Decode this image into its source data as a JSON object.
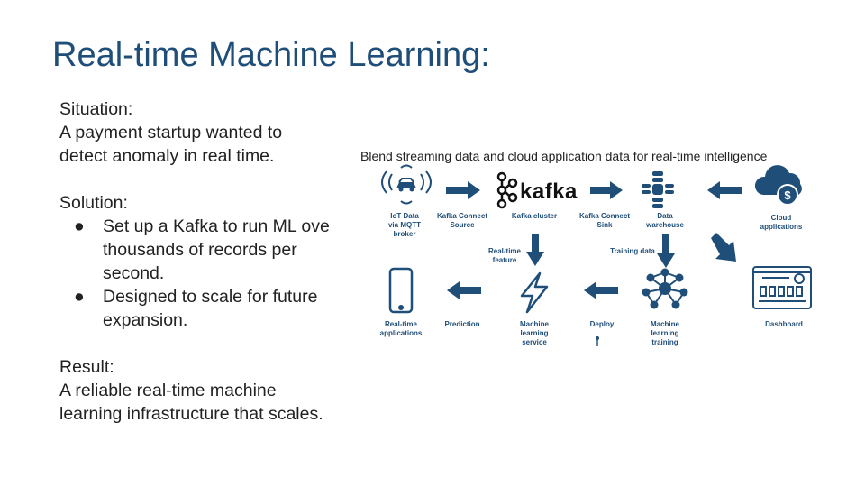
{
  "slide": {
    "title": "Real-time Machine Learning:",
    "situation_heading": "Situation:",
    "situation_lines": [
      "A payment startup wanted to",
      "detect anomaly in real time."
    ],
    "solution_heading": "Solution:",
    "bullets": [
      "Set up a Kafka to run ML ove thousands of records per second.",
      "Designed to scale for future expansion."
    ],
    "bullet_glyph": "●",
    "result_heading": "Result:",
    "result_lines": [
      "A reliable real-time machine",
      "learning infrastructure that scales."
    ]
  },
  "diagram": {
    "title": "Blend streaming data and cloud application data for real-time intelligence",
    "kafka_word": "kafka",
    "labels": {
      "iot": [
        "IoT Data",
        "via MQTT",
        "broker"
      ],
      "connect_source": [
        "Kafka Connect",
        "Source"
      ],
      "kafka_cluster": [
        "Kafka cluster"
      ],
      "connect_sink": [
        "Kafka Connect",
        "Sink"
      ],
      "data_warehouse": [
        "Data",
        "warehouse"
      ],
      "cloud_apps": [
        "Cloud",
        "applications"
      ],
      "realtime_feature": [
        "Real-time",
        "feature"
      ],
      "training_data": [
        "Training data"
      ],
      "realtime_apps": [
        "Real-time",
        "applications"
      ],
      "prediction": [
        "Prediction"
      ],
      "ml_service": [
        "Machine",
        "learning",
        "service"
      ],
      "deploy": [
        "Deploy"
      ],
      "ml_training": [
        "Machine",
        "learning",
        "training"
      ],
      "dashboard": [
        "Dashboard"
      ]
    },
    "colors": {
      "accent": "#1f4e79",
      "title": "#1f4e79"
    }
  }
}
